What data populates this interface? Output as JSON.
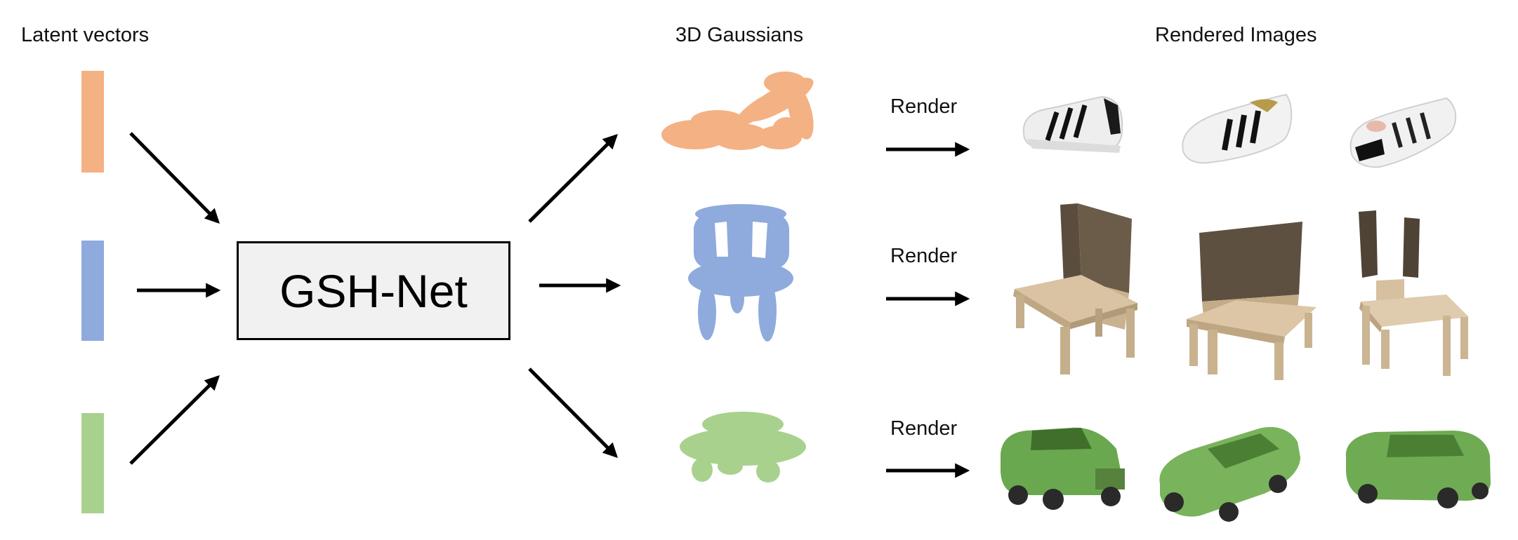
{
  "headers": {
    "latent": "Latent vectors",
    "gaussians": "3D Gaussians",
    "rendered": "Rendered Images"
  },
  "network": {
    "label": "GSH-Net"
  },
  "render_labels": [
    "Render",
    "Render",
    "Render"
  ],
  "colors": {
    "orange": "#f4b184",
    "blue": "#8faadc",
    "green": "#a9d18e",
    "arrow": "#000000",
    "box_fill": "#f1f1f1"
  },
  "rows": [
    {
      "object": "sneaker",
      "icons": [
        "sneaker-icon",
        "sneaker-icon",
        "sneaker-icon"
      ]
    },
    {
      "object": "chair",
      "icons": [
        "chair-icon",
        "chair-icon",
        "chair-icon"
      ]
    },
    {
      "object": "toy-car",
      "icons": [
        "car-icon",
        "car-icon",
        "car-icon"
      ]
    }
  ]
}
